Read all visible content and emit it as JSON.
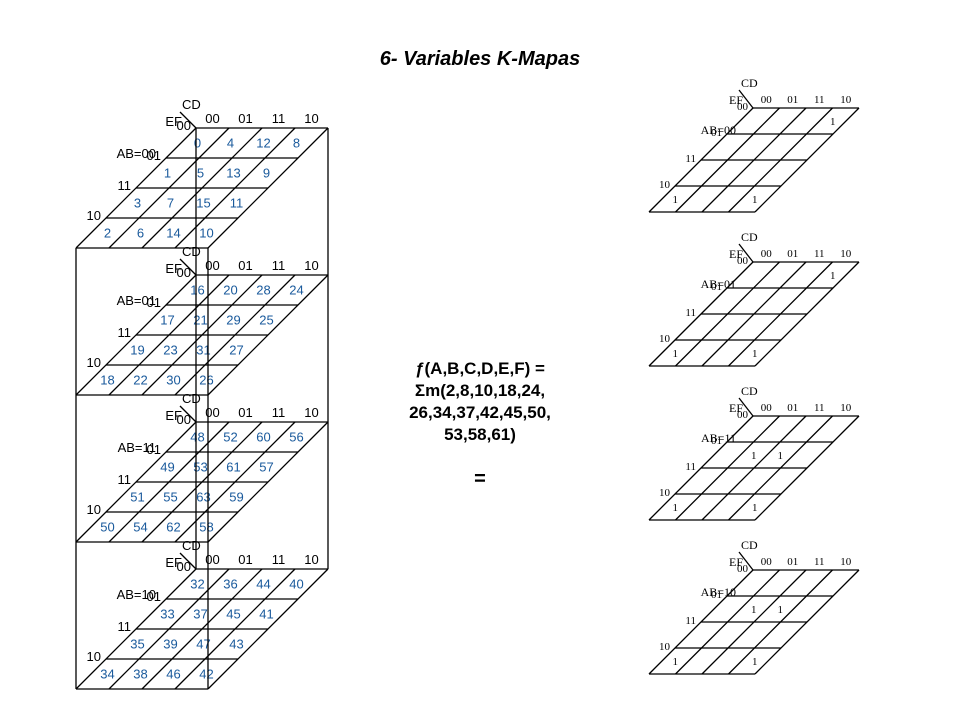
{
  "title": "6- Variables K-Mapas",
  "row_codes": [
    "00",
    "01",
    "11",
    "10"
  ],
  "col_codes": [
    "00",
    "01",
    "11",
    "10"
  ],
  "cd_label": "CD",
  "ef_label": "EF",
  "left_maps": [
    {
      "ab_label": "AB=00",
      "cells": [
        [
          "0",
          "4",
          "12",
          "8"
        ],
        [
          "1",
          "5",
          "13",
          "9"
        ],
        [
          "3",
          "7",
          "15",
          "11"
        ],
        [
          "2",
          "6",
          "14",
          "10"
        ]
      ]
    },
    {
      "ab_label": "AB=01",
      "cells": [
        [
          "16",
          "20",
          "28",
          "24"
        ],
        [
          "17",
          "21",
          "29",
          "25"
        ],
        [
          "19",
          "23",
          "31",
          "27"
        ],
        [
          "18",
          "22",
          "30",
          "26"
        ]
      ]
    },
    {
      "ab_label": "AB=11",
      "cells": [
        [
          "48",
          "52",
          "60",
          "56"
        ],
        [
          "49",
          "53",
          "61",
          "57"
        ],
        [
          "51",
          "55",
          "63",
          "59"
        ],
        [
          "50",
          "54",
          "62",
          "58"
        ]
      ]
    },
    {
      "ab_label": "AB=10",
      "cells": [
        [
          "32",
          "36",
          "44",
          "40"
        ],
        [
          "33",
          "37",
          "45",
          "41"
        ],
        [
          "35",
          "39",
          "47",
          "43"
        ],
        [
          "34",
          "38",
          "46",
          "42"
        ]
      ]
    }
  ],
  "formula": {
    "line1": "ƒ(A,B,C,D,E,F) =",
    "line2": "Σm(2,8,10,18,24,",
    "line3": "26,34,37,42,45,50,",
    "line4": "53,58,61)",
    "equals": "="
  },
  "right_maps": [
    {
      "ab_label": "AB=00",
      "cells": [
        [
          "",
          "",
          "",
          "1"
        ],
        [
          "",
          "",
          "",
          ""
        ],
        [
          "",
          "",
          "",
          ""
        ],
        [
          "1",
          "",
          "",
          "1"
        ]
      ]
    },
    {
      "ab_label": "AB=01",
      "cells": [
        [
          "",
          "",
          "",
          "1"
        ],
        [
          "",
          "",
          "",
          ""
        ],
        [
          "",
          "",
          "",
          ""
        ],
        [
          "1",
          "",
          "",
          "1"
        ]
      ]
    },
    {
      "ab_label": "AB=11",
      "cells": [
        [
          "",
          "",
          "",
          ""
        ],
        [
          "",
          "1",
          "1",
          ""
        ],
        [
          "",
          "",
          "",
          ""
        ],
        [
          "1",
          "",
          "",
          "1"
        ]
      ]
    },
    {
      "ab_label": "AB=10",
      "cells": [
        [
          "",
          "",
          "",
          ""
        ],
        [
          "",
          "1",
          "1",
          ""
        ],
        [
          "",
          "",
          "",
          ""
        ],
        [
          "1",
          "",
          "",
          "1"
        ]
      ]
    }
  ],
  "colors": {
    "numbers": "#1a5a9c",
    "lines": "#000000",
    "ones": "#000000"
  }
}
